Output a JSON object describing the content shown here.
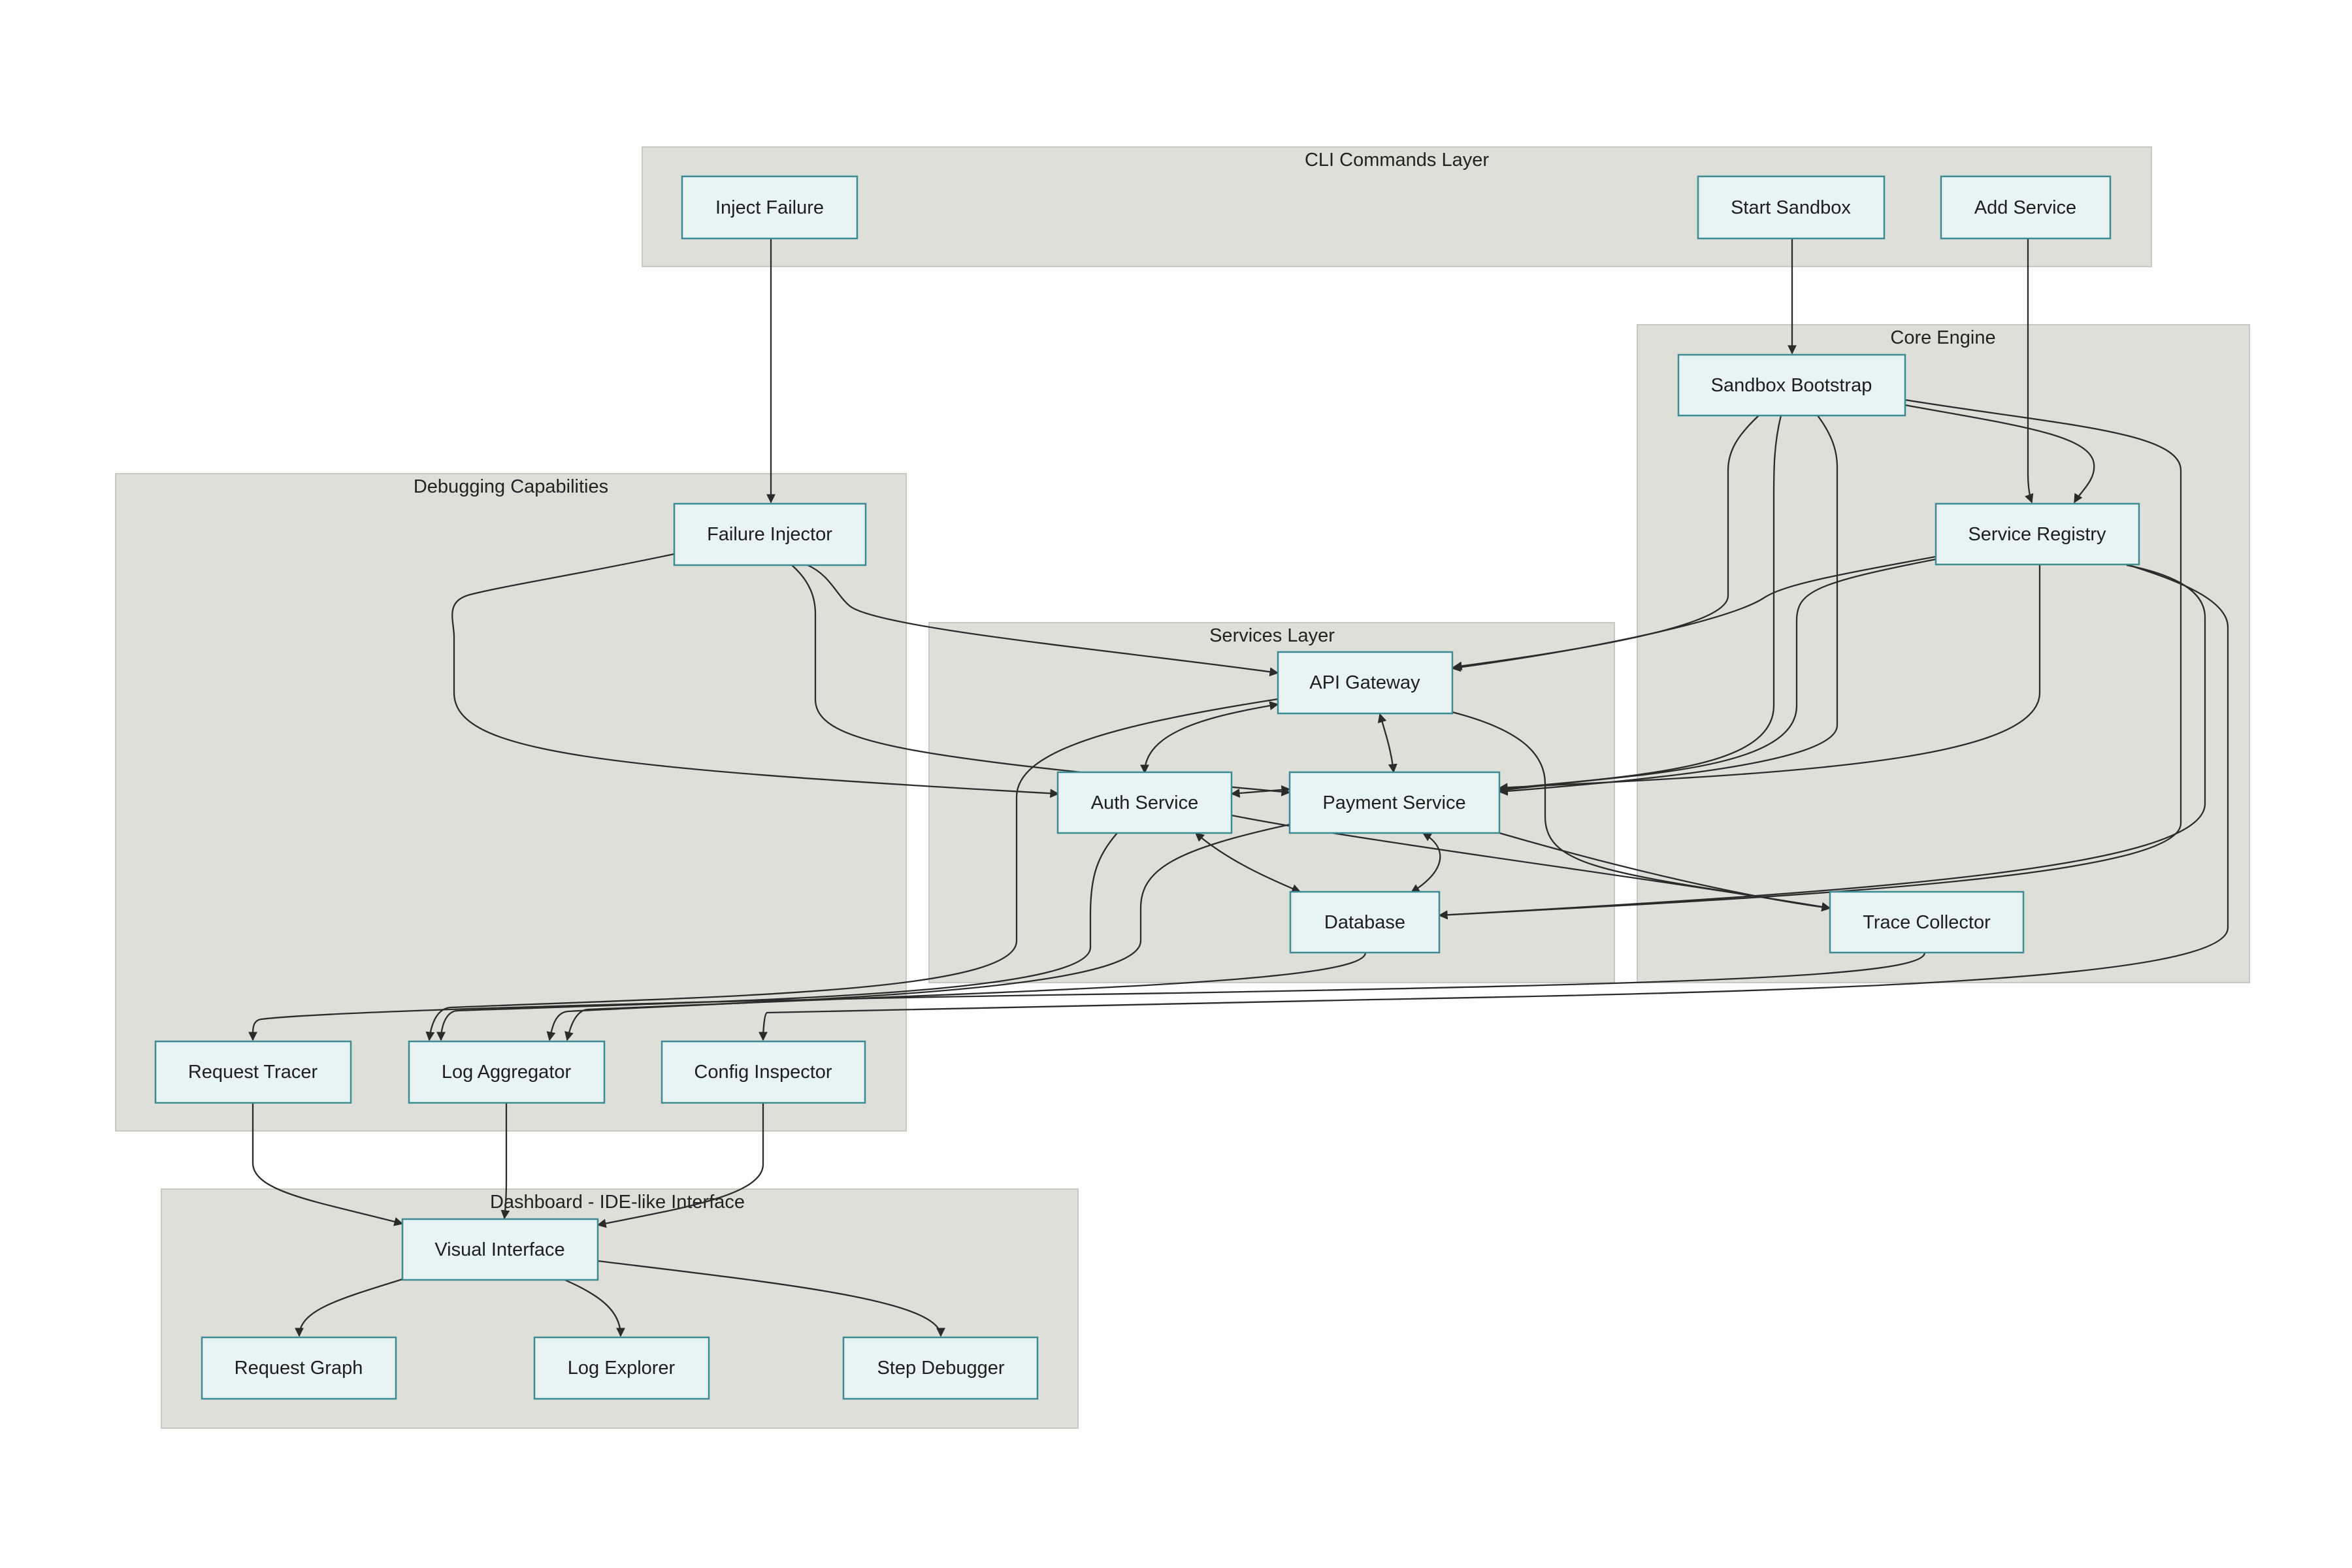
{
  "clusters": [
    {
      "id": "cli",
      "label": "CLI Commands Layer"
    },
    {
      "id": "core",
      "label": "Core Engine"
    },
    {
      "id": "debug",
      "label": "Debugging Capabilities"
    },
    {
      "id": "services",
      "label": "Services Layer"
    },
    {
      "id": "dashboard",
      "label": "Dashboard - IDE-like Interface"
    }
  ],
  "nodes": [
    {
      "id": "inject_failure",
      "label": "Inject Failure"
    },
    {
      "id": "start_sandbox",
      "label": "Start Sandbox"
    },
    {
      "id": "add_service",
      "label": "Add Service"
    },
    {
      "id": "sandbox_bootstrap",
      "label": "Sandbox Bootstrap"
    },
    {
      "id": "service_registry",
      "label": "Service Registry"
    },
    {
      "id": "trace_collector",
      "label": "Trace Collector"
    },
    {
      "id": "failure_injector",
      "label": "Failure Injector"
    },
    {
      "id": "request_tracer",
      "label": "Request Tracer"
    },
    {
      "id": "log_aggregator",
      "label": "Log Aggregator"
    },
    {
      "id": "config_inspector",
      "label": "Config Inspector"
    },
    {
      "id": "api_gateway",
      "label": "API Gateway"
    },
    {
      "id": "auth_service",
      "label": "Auth Service"
    },
    {
      "id": "payment_service",
      "label": "Payment Service"
    },
    {
      "id": "database",
      "label": "Database"
    },
    {
      "id": "visual_interface",
      "label": "Visual Interface"
    },
    {
      "id": "request_graph",
      "label": "Request Graph"
    },
    {
      "id": "log_explorer",
      "label": "Log Explorer"
    },
    {
      "id": "step_debugger",
      "label": "Step Debugger"
    }
  ],
  "edges": [
    {
      "from": "inject_failure",
      "to": "failure_injector"
    },
    {
      "from": "start_sandbox",
      "to": "sandbox_bootstrap"
    },
    {
      "from": "add_service",
      "to": "service_registry"
    },
    {
      "from": "sandbox_bootstrap",
      "to": "service_registry"
    },
    {
      "from": "sandbox_bootstrap",
      "to": "api_gateway"
    },
    {
      "from": "sandbox_bootstrap",
      "to": "payment_service"
    },
    {
      "from": "sandbox_bootstrap",
      "to": "auth_service"
    },
    {
      "from": "sandbox_bootstrap",
      "to": "database"
    },
    {
      "from": "service_registry",
      "to": "api_gateway"
    },
    {
      "from": "service_registry",
      "to": "auth_service"
    },
    {
      "from": "service_registry",
      "to": "payment_service"
    },
    {
      "from": "service_registry",
      "to": "database"
    },
    {
      "from": "service_registry",
      "to": "config_inspector"
    },
    {
      "from": "failure_injector",
      "to": "auth_service"
    },
    {
      "from": "failure_injector",
      "to": "api_gateway"
    },
    {
      "from": "failure_injector",
      "to": "payment_service"
    },
    {
      "from": "api_gateway",
      "to": "auth_service",
      "bidirectional": true
    },
    {
      "from": "api_gateway",
      "to": "payment_service",
      "bidirectional": true
    },
    {
      "from": "auth_service",
      "to": "payment_service",
      "bidirectional": true
    },
    {
      "from": "auth_service",
      "to": "database",
      "bidirectional": true
    },
    {
      "from": "payment_service",
      "to": "database",
      "bidirectional": true
    },
    {
      "from": "api_gateway",
      "to": "trace_collector"
    },
    {
      "from": "auth_service",
      "to": "trace_collector"
    },
    {
      "from": "payment_service",
      "to": "trace_collector"
    },
    {
      "from": "api_gateway",
      "to": "log_aggregator"
    },
    {
      "from": "auth_service",
      "to": "log_aggregator"
    },
    {
      "from": "payment_service",
      "to": "log_aggregator"
    },
    {
      "from": "database",
      "to": "log_aggregator"
    },
    {
      "from": "trace_collector",
      "to": "request_tracer"
    },
    {
      "from": "request_tracer",
      "to": "visual_interface"
    },
    {
      "from": "log_aggregator",
      "to": "visual_interface"
    },
    {
      "from": "config_inspector",
      "to": "visual_interface"
    },
    {
      "from": "visual_interface",
      "to": "request_graph"
    },
    {
      "from": "visual_interface",
      "to": "log_explorer"
    },
    {
      "from": "visual_interface",
      "to": "step_debugger"
    }
  ]
}
